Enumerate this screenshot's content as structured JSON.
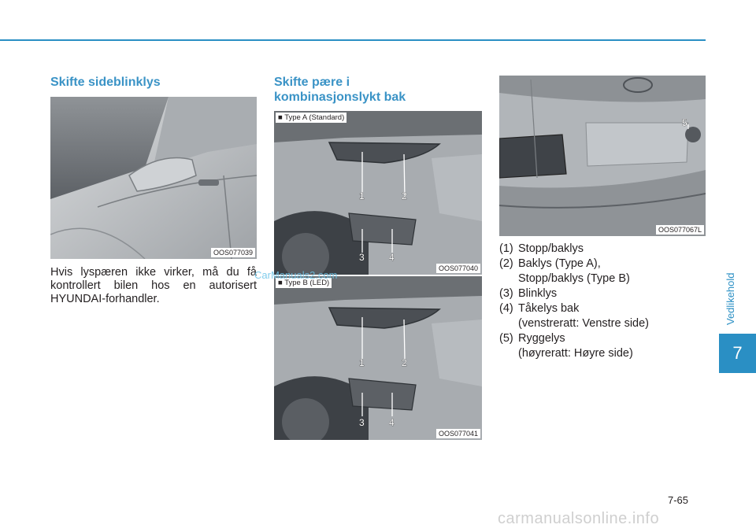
{
  "chapter": {
    "side_label": "Vedlikehold",
    "number": "7"
  },
  "left": {
    "heading": "Skifte sideblinklys",
    "figure_code": "OOS077039",
    "paragraph": "Hvis lyspæren ikke virker, må du få kontrollert bilen hos en autorisert HYUNDAI-forhandler."
  },
  "middle": {
    "heading_line1": "Skifte pære i",
    "heading_line2": "kombinasjonslykt bak",
    "figure_a": {
      "label": "■ Type A (Standard)",
      "code": "OOS077040",
      "callouts": [
        "1",
        "2",
        "3",
        "4"
      ]
    },
    "figure_b": {
      "label": "■ Type B (LED)",
      "code": "OOS077041",
      "callouts": [
        "1",
        "2",
        "3",
        "4"
      ]
    }
  },
  "right": {
    "figure_code": "OOS077067L",
    "callout": "5",
    "items": [
      {
        "num": "(1)",
        "text": "Stopp/baklys",
        "sub": ""
      },
      {
        "num": "(2)",
        "text": "Baklys (Type A),",
        "sub": "Stopp/baklys (Type B)"
      },
      {
        "num": "(3)",
        "text": "Blinklys",
        "sub": ""
      },
      {
        "num": "(4)",
        "text": "Tåkelys bak",
        "sub": "(venstreratt: Venstre side)"
      },
      {
        "num": "(5)",
        "text": "Ryggelys",
        "sub": "(høyreratt: Høyre side)"
      }
    ]
  },
  "watermark": "CarManuals2.com",
  "footer_url": "carmanualsonline.info",
  "page_number": "7-65"
}
